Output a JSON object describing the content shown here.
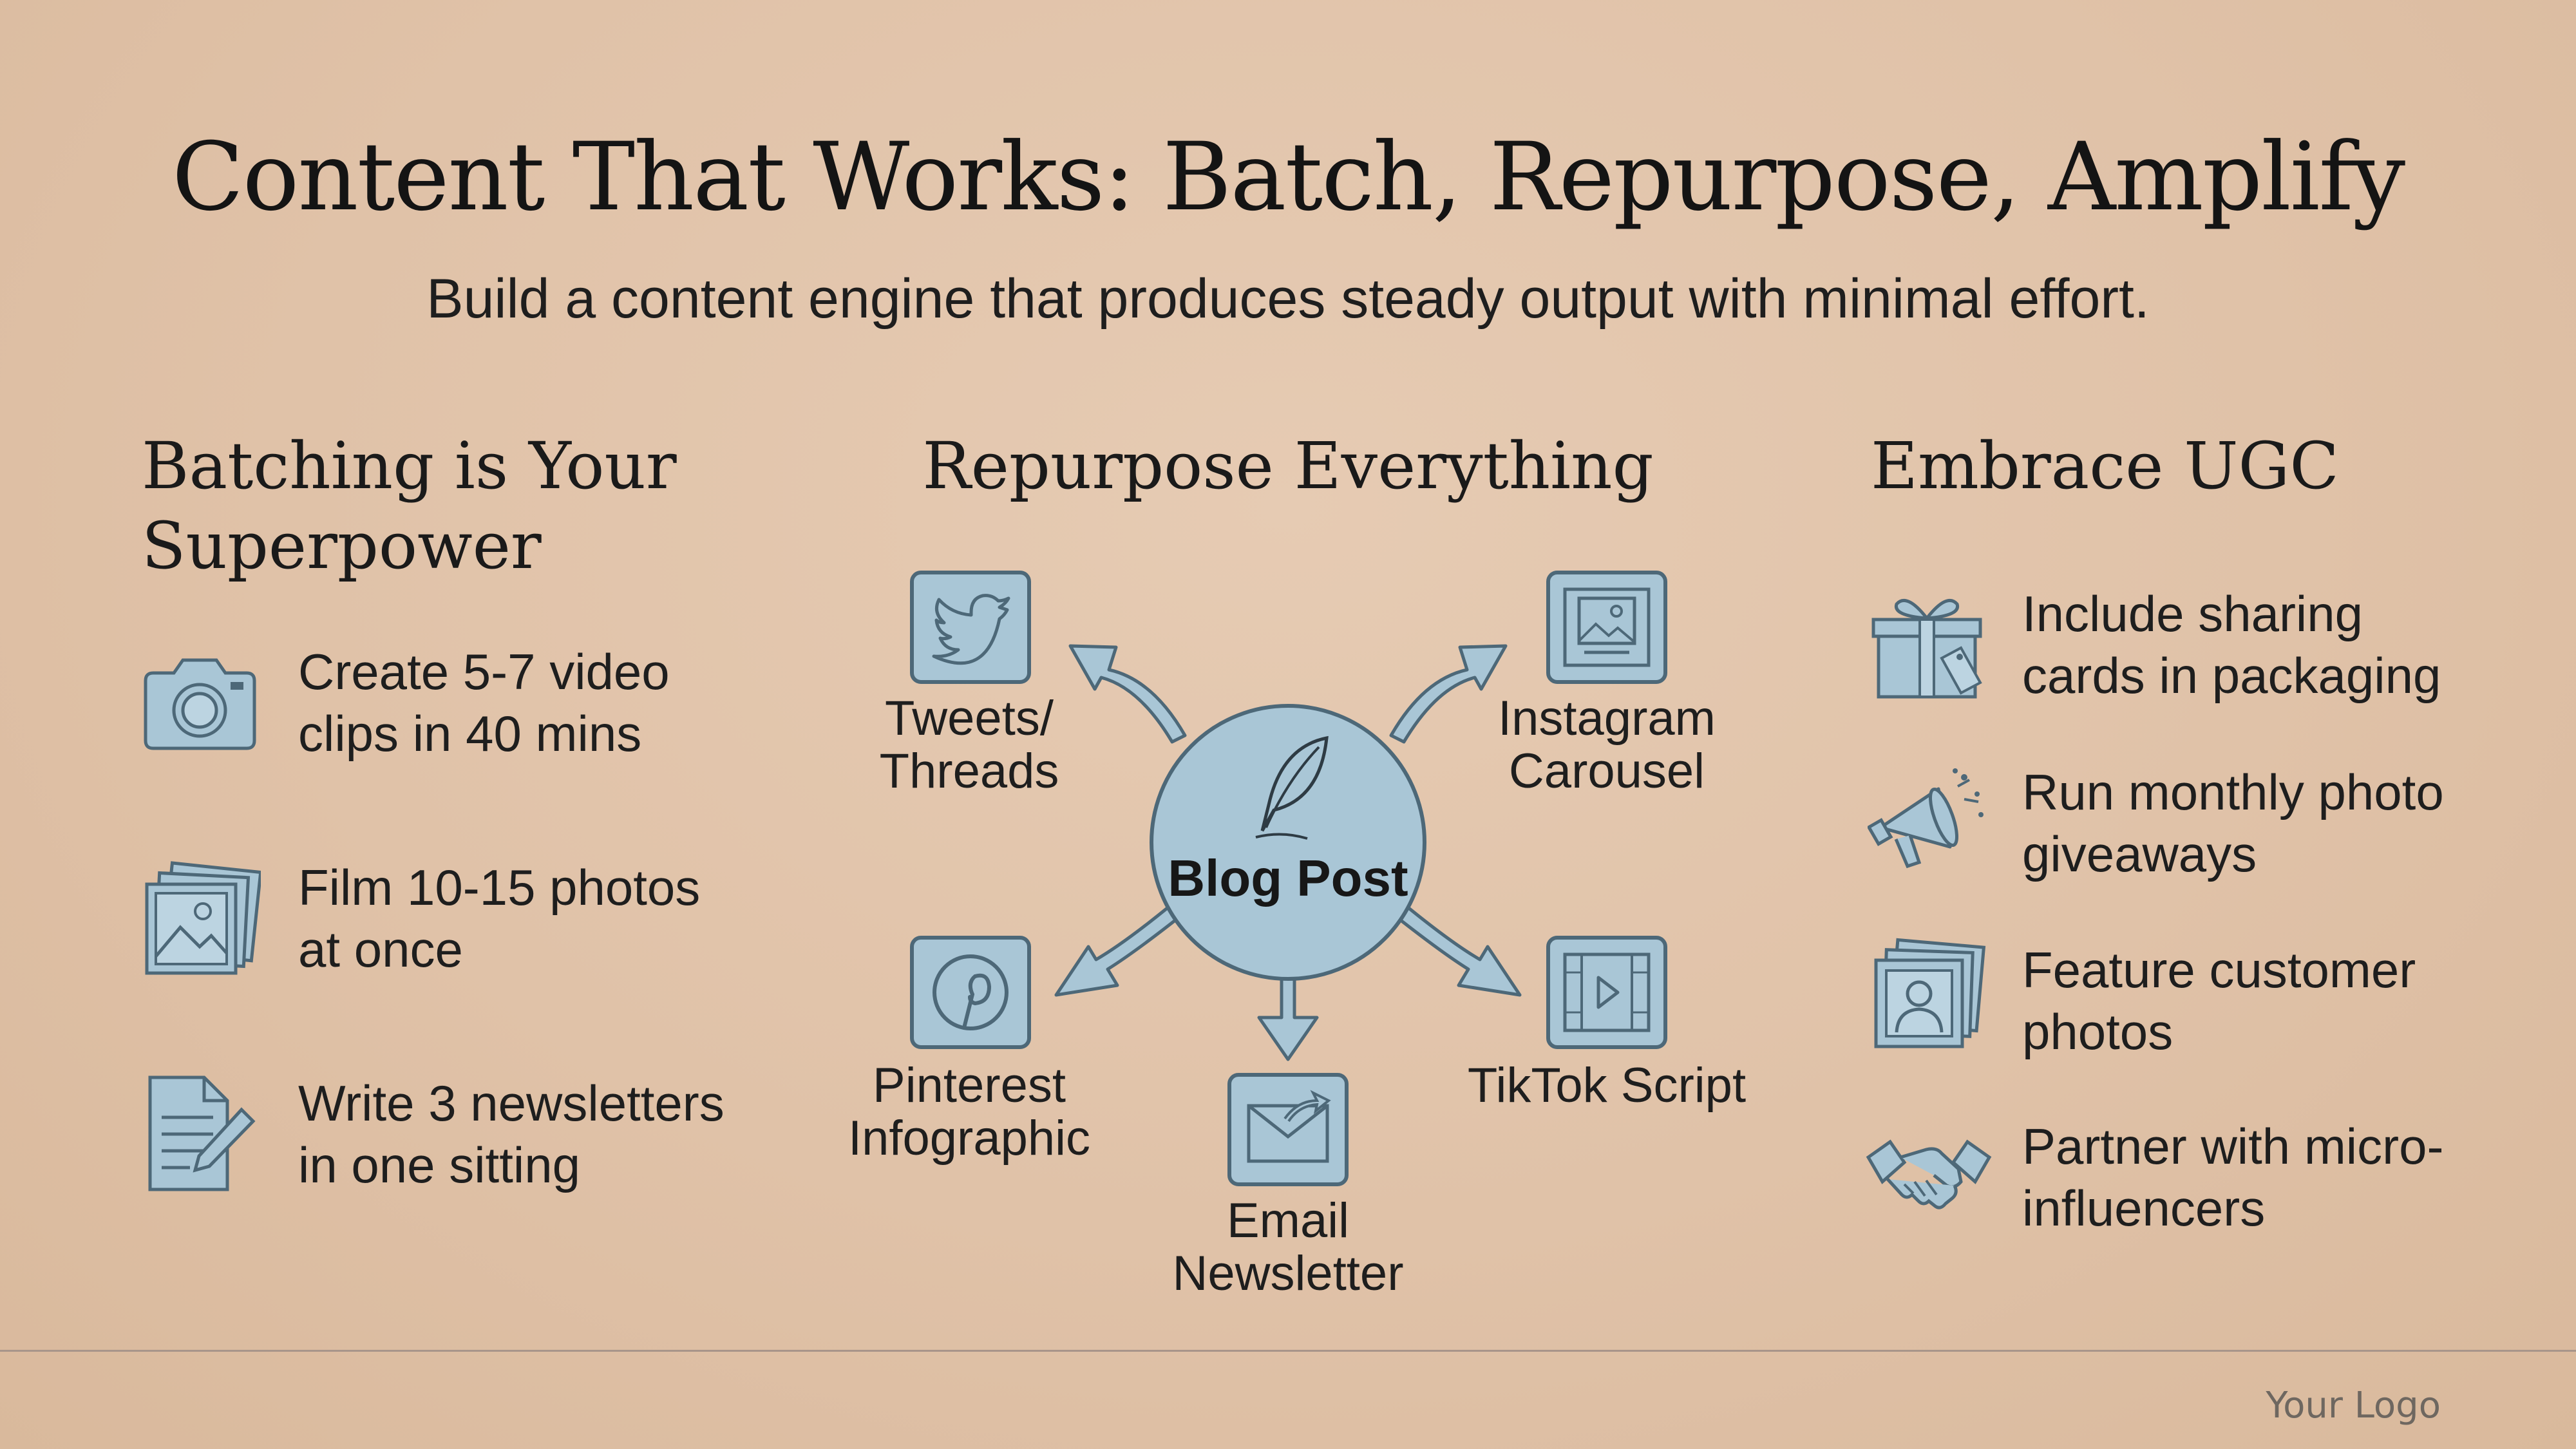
{
  "title": "Content That Works: Batch, Repurpose, Amplify",
  "subtitle": "Build a content engine that produces steady output with minimal effort.",
  "batching": {
    "heading": "Batching is Your Superpower",
    "items": [
      {
        "icon": "camera-icon",
        "text": "Create 5-7 video clips in 40 mins"
      },
      {
        "icon": "photos-icon",
        "text": "Film 10-15 photos at once"
      },
      {
        "icon": "document-pen-icon",
        "text": "Write 3 newsletters in one sitting"
      }
    ]
  },
  "repurpose": {
    "heading": "Repurpose Everything",
    "hub": {
      "icon": "feather-quill-icon",
      "label": "Blog Post"
    },
    "nodes": [
      {
        "icon": "twitter-bird-icon",
        "label": "Tweets/ Threads"
      },
      {
        "icon": "carousel-icon",
        "label": "Instagram Carousel"
      },
      {
        "icon": "pinterest-icon",
        "label": "Pinterest Infographic"
      },
      {
        "icon": "video-play-icon",
        "label": "TikTok Script"
      },
      {
        "icon": "envelope-icon",
        "label": "Email Newsletter"
      }
    ]
  },
  "ugc": {
    "heading": "Embrace UGC",
    "items": [
      {
        "icon": "gift-icon",
        "text": "Include sharing cards in packaging"
      },
      {
        "icon": "megaphone-icon",
        "text": "Run monthly photo giveaways"
      },
      {
        "icon": "portrait-photos-icon",
        "text": "Feature customer photos"
      },
      {
        "icon": "handshake-icon",
        "text": "Partner with micro-influencers"
      }
    ]
  },
  "colors": {
    "background": "#e0c2a8",
    "icon_fill": "#a9c6d6",
    "icon_stroke": "#4d6878"
  },
  "footer": {
    "logo": "Your Logo"
  }
}
